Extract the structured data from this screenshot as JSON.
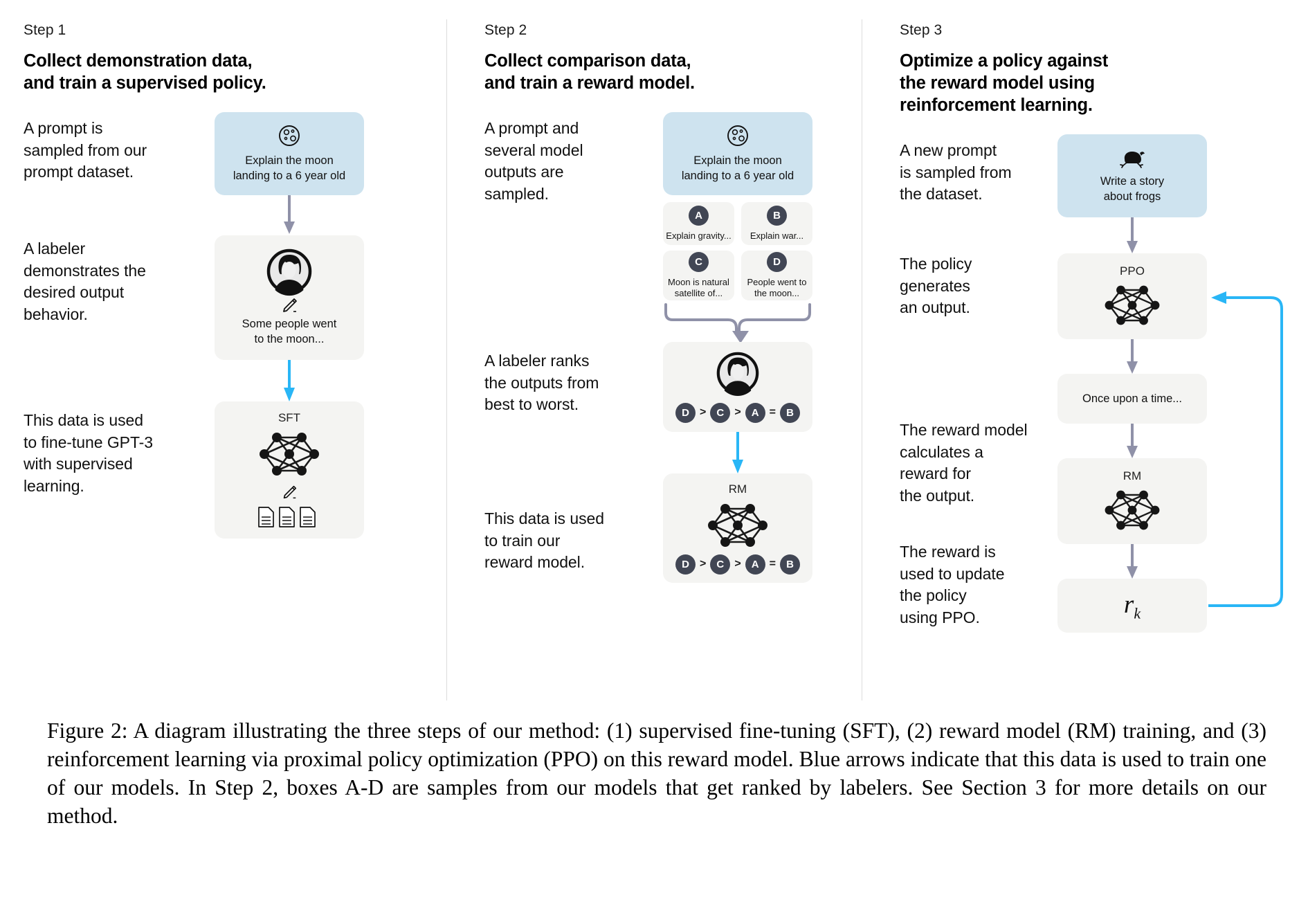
{
  "steps": [
    {
      "label": "Step 1",
      "title": "Collect demonstration data,\nand train a supervised policy.",
      "descriptions": [
        "A prompt is\nsampled from our\nprompt dataset.",
        "A labeler\ndemonstrates the\ndesired output\nbehavior.",
        "This data is used\nto fine-tune GPT-3\nwith supervised\nlearning."
      ],
      "cards": {
        "prompt": {
          "icon": "moon-icon",
          "text": "Explain the moon\nlanding to a 6 year old"
        },
        "labeler": {
          "icon": "labeler-avatar-icon",
          "pencil": "pencil-icon",
          "text": "Some people went\nto the moon..."
        },
        "model": {
          "label": "SFT",
          "network": "neural-network-icon",
          "pencil": "pencil-icon",
          "docs": "documents-icon"
        }
      }
    },
    {
      "label": "Step 2",
      "title": "Collect comparison data,\nand train a reward model.",
      "descriptions": [
        "A prompt and\nseveral model\noutputs are\nsampled.",
        "A labeler ranks\nthe outputs from\nbest to worst.",
        "This data is used\nto train our\nreward model."
      ],
      "cards": {
        "prompt": {
          "icon": "moon-icon",
          "text": "Explain the moon\nlanding to a 6 year old"
        },
        "samples": [
          {
            "badge": "A",
            "text": "Explain gravity..."
          },
          {
            "badge": "B",
            "text": "Explain war..."
          },
          {
            "badge": "C",
            "text": "Moon is natural\nsatellite of..."
          },
          {
            "badge": "D",
            "text": "People went to\nthe moon..."
          }
        ],
        "ranker": {
          "icon": "labeler-avatar-icon",
          "ranking": [
            "D",
            ">",
            "C",
            ">",
            "A",
            "=",
            "B"
          ]
        },
        "model": {
          "label": "RM",
          "network": "neural-network-icon",
          "ranking": [
            "D",
            ">",
            "C",
            ">",
            "A",
            "=",
            "B"
          ]
        }
      }
    },
    {
      "label": "Step 3",
      "title": "Optimize a policy against\nthe reward model using\nreinforcement learning.",
      "descriptions": [
        "A new prompt\nis sampled from\nthe dataset.",
        "The policy\ngenerates\nan output.",
        "The reward model\ncalculates a\nreward for\nthe output.",
        "The reward is\nused to update\nthe policy\nusing PPO."
      ],
      "cards": {
        "prompt": {
          "icon": "frog-icon",
          "text": "Write a story\nabout frogs"
        },
        "policy": {
          "label": "PPO",
          "network": "neural-network-icon"
        },
        "output": {
          "text": "Once upon a time..."
        },
        "reward_model": {
          "label": "RM",
          "network": "neural-network-icon"
        },
        "reward": {
          "text": "r",
          "subscript": "k"
        }
      }
    }
  ],
  "caption": "Figure 2: A diagram illustrating the three steps of our method: (1) supervised fine-tuning (SFT), (2) reward model (RM) training, and (3) reinforcement learning via proximal policy optimization (PPO) on this reward model. Blue arrows indicate that this data is used to train one of our models. In Step 2, boxes A-D are samples from our models that get ranked by labelers. See Section 3 for more details on our method.",
  "colors": {
    "prompt_card": "#cee3ef",
    "card": "#f4f4f2",
    "badge": "#414654",
    "gray_arrow": "#8f91a8",
    "blue_arrow": "#29b6f6"
  }
}
